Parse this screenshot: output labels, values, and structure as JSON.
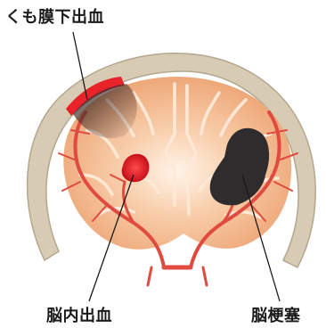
{
  "labels": {
    "subarachnoid": "くも膜下出血",
    "intracerebral": "脳内出血",
    "infarction": "脳梗塞"
  },
  "colors": {
    "skull": "#d8cbb3",
    "skull_edge": "#b3a78f",
    "brain": "#f3b98f",
    "brain_fold": "#ffe9d6",
    "vessel": "#e04a3f",
    "bleed": "#e8232a",
    "infarct": "#2e2c2c",
    "text": "#1a1a1a"
  }
}
